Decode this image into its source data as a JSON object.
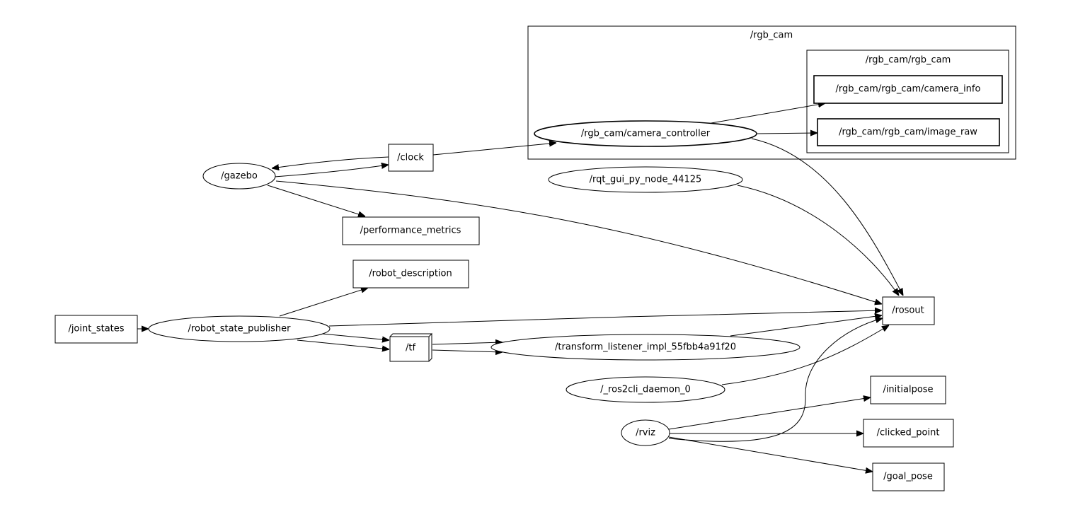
{
  "graph": {
    "clusters": {
      "rgb_cam": "/rgb_cam",
      "rgb_cam_inner": "/rgb_cam/rgb_cam"
    },
    "nodes": {
      "gazebo": "/gazebo",
      "clock": "/clock",
      "performance_metrics": "/performance_metrics",
      "camera_controller": "/rgb_cam/camera_controller",
      "camera_info": "/rgb_cam/rgb_cam/camera_info",
      "image_raw": "/rgb_cam/rgb_cam/image_raw",
      "rqt_gui": "/rqt_gui_py_node_44125",
      "robot_description": "/robot_description",
      "joint_states": "/joint_states",
      "robot_state_publisher": "/robot_state_publisher",
      "tf": "/tf",
      "transform_listener": "/transform_listener_impl_55fbb4a91f20",
      "rosout": "/rosout",
      "ros2cli_daemon": "/_ros2cli_daemon_0",
      "rviz": "/rviz",
      "initialpose": "/initialpose",
      "clicked_point": "/clicked_point",
      "goal_pose": "/goal_pose"
    },
    "edges": [
      {
        "from": "/clock",
        "to": "/gazebo"
      },
      {
        "from": "/gazebo",
        "to": "/clock"
      },
      {
        "from": "/clock",
        "to": "/rgb_cam/camera_controller"
      },
      {
        "from": "/gazebo",
        "to": "/performance_metrics"
      },
      {
        "from": "/gazebo",
        "to": "/rosout"
      },
      {
        "from": "/rgb_cam/camera_controller",
        "to": "/rgb_cam/rgb_cam/camera_info"
      },
      {
        "from": "/rgb_cam/camera_controller",
        "to": "/rgb_cam/rgb_cam/image_raw"
      },
      {
        "from": "/rgb_cam/camera_controller",
        "to": "/rosout"
      },
      {
        "from": "/rqt_gui_py_node_44125",
        "to": "/rosout"
      },
      {
        "from": "/robot_state_publisher",
        "to": "/robot_description"
      },
      {
        "from": "/joint_states",
        "to": "/robot_state_publisher"
      },
      {
        "from": "/robot_state_publisher",
        "to": "/rosout"
      },
      {
        "from": "/robot_state_publisher",
        "to": "/tf"
      },
      {
        "from": "/tf",
        "to": "/transform_listener_impl_55fbb4a91f20"
      },
      {
        "from": "/transform_listener_impl_55fbb4a91f20",
        "to": "/rosout"
      },
      {
        "from": "/_ros2cli_daemon_0",
        "to": "/rosout"
      },
      {
        "from": "/rviz",
        "to": "/rosout"
      },
      {
        "from": "/rviz",
        "to": "/initialpose"
      },
      {
        "from": "/rviz",
        "to": "/clicked_point"
      },
      {
        "from": "/rviz",
        "to": "/goal_pose"
      }
    ]
  }
}
